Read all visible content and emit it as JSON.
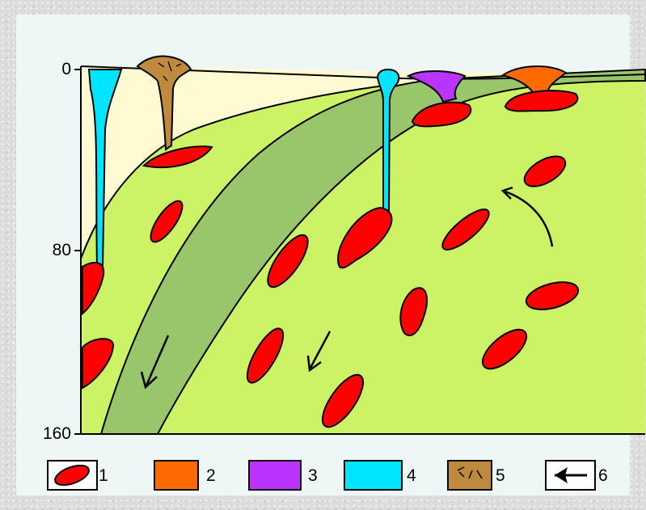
{
  "axis": {
    "ticks": [
      "0",
      "80",
      "160"
    ]
  },
  "legend": {
    "items": [
      {
        "num": "1",
        "icon": "magma-body-icon",
        "color": "#ff0000"
      },
      {
        "num": "2",
        "icon": "orange-swatch-icon",
        "color": "#ff6a00"
      },
      {
        "num": "3",
        "icon": "purple-swatch-icon",
        "color": "#bb33ff"
      },
      {
        "num": "4",
        "icon": "cyan-swatch-icon",
        "color": "#00e5ff"
      },
      {
        "num": "5",
        "icon": "brown-hatched-swatch-icon",
        "color": "#c08a3e"
      },
      {
        "num": "6",
        "icon": "arrow-left-icon",
        "color": "#000000"
      }
    ]
  },
  "colors": {
    "mantle": "#ccf266",
    "slab": "#99c66a",
    "crust": "#fffad2",
    "magma": "#ff0000",
    "orange": "#ff6a00",
    "purple": "#bb33ff",
    "cyan": "#00e5ff",
    "brown": "#c08a3e",
    "panel": "#eef6f6"
  }
}
